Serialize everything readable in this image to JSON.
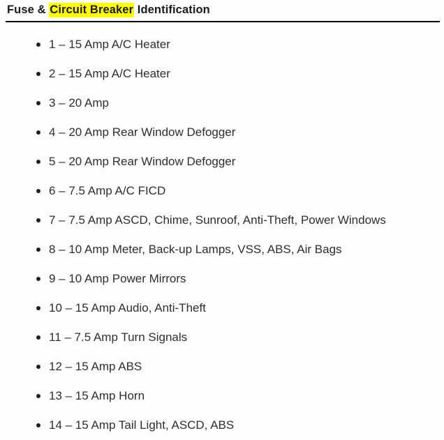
{
  "header": {
    "title_parts": [
      {
        "text": "Fuse & ",
        "highlight": false
      },
      {
        "text": "Circuit Breaker",
        "highlight": true
      },
      {
        "text": " Identification",
        "highlight": false
      }
    ],
    "title_plain": "Fuse & Circuit Breaker Identification",
    "highlight_color": "#ffff00",
    "rule_color": "#000000"
  },
  "fuse_list": {
    "bullet_glyph": "•",
    "items": [
      {
        "label": "1 – 15 Amp A/C Heater"
      },
      {
        "label": "2 – 15 Amp A/C Heater"
      },
      {
        "label": "3 – 20 Amp"
      },
      {
        "label": "4 – 20 Amp Rear Window Defogger"
      },
      {
        "label": "5 – 20 Amp Rear Window Defogger"
      },
      {
        "label": "6 – 7.5 Amp A/C FICD"
      },
      {
        "label": "7 – 7.5 Amp ASCD, Chime, Sunroof, Anti-Theft, Power Windows"
      },
      {
        "label": "8 – 10 Amp Meter, Back-up Lamps, VSS, ABS, Air Bags"
      },
      {
        "label": "9 – 10 Amp Power Mirrors"
      },
      {
        "label": "10 – 15 Amp Audio, Anti-Theft"
      },
      {
        "label": "11 – 7.5 Amp Turn Signals"
      },
      {
        "label": "12 – 15 Amp ABS"
      },
      {
        "label": "13 – 15 Amp Horn"
      },
      {
        "label": "14 – 15 Amp Tail Light, ASCD, ABS"
      }
    ]
  }
}
